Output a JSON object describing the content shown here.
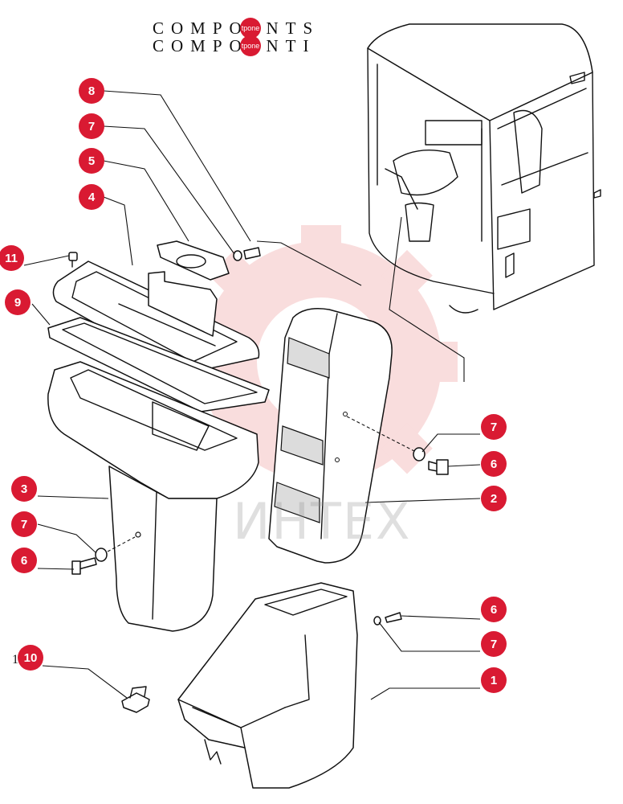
{
  "title": {
    "line1": "COMPOENTS",
    "line2": "COMPOENTI",
    "badge1": "tpone",
    "badge2": "tpone"
  },
  "watermark": {
    "text": "ИНТЕХ",
    "color": "#e03030"
  },
  "stray_label": "1",
  "callout_color": "#d91a32",
  "callouts": [
    "8",
    "7",
    "5",
    "4",
    "11",
    "9",
    "3",
    "7",
    "6",
    "10",
    "7",
    "6",
    "2",
    "6",
    "7",
    "1"
  ]
}
